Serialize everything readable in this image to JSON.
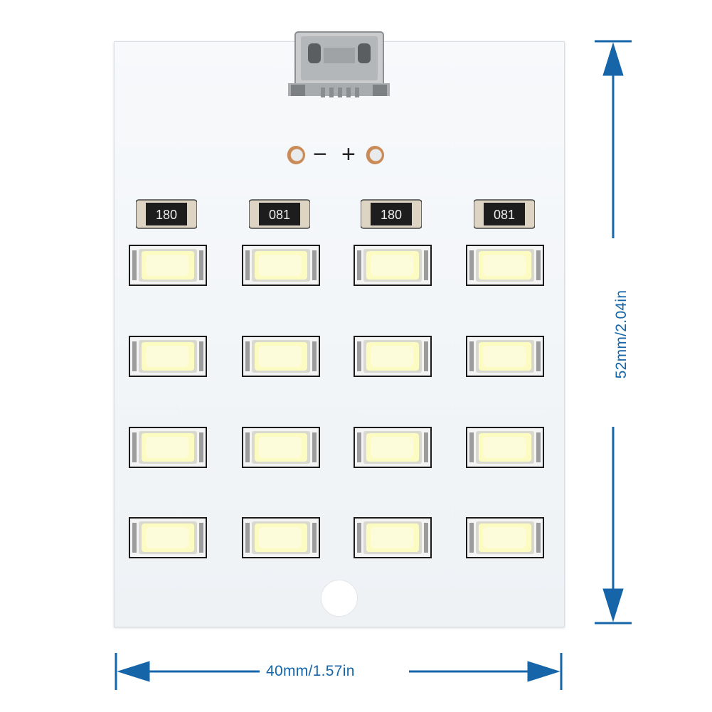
{
  "product": {
    "resistor_marking": "180",
    "resistor_marking_flipped": "081",
    "polarity_negative": "−",
    "polarity_positive": "+"
  },
  "dimensions": {
    "width_label": "40mm/1.57in",
    "height_label": "52mm/2.04in"
  },
  "colors": {
    "board": "#f2f5f7",
    "dimension_line": "#1565a8",
    "led_emitter": "#fbfbc2",
    "pad_copper": "#c98a55"
  }
}
